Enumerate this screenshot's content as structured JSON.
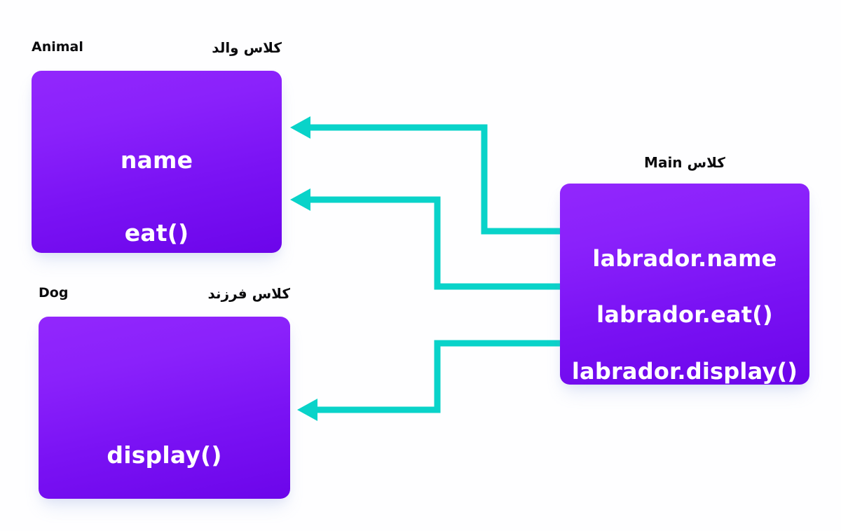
{
  "page": {
    "background_color": "#fefeff",
    "connector_color": "#09d3c9",
    "box_gradient_from": "#9227fc",
    "box_gradient_to": "#6c05ea",
    "text_color": "#ffffff",
    "label_color": "#0b0b0d"
  },
  "classes": {
    "animal": {
      "name": "Animal",
      "role_label": "کلاس والد",
      "members": [
        {
          "text": "name"
        },
        {
          "text": "eat()"
        }
      ]
    },
    "dog": {
      "name": "Dog",
      "role_label": "کلاس فرزند",
      "members": [
        {
          "text": "display()"
        }
      ]
    },
    "main": {
      "name": "Main",
      "role_label": "کلاس",
      "members": [
        {
          "text": "labrador.name"
        },
        {
          "text": "labrador.eat()"
        },
        {
          "text": "labrador.display()"
        }
      ]
    }
  },
  "connectors": [
    {
      "from": "main.labrador.name",
      "to": "animal.name",
      "arrow": "left"
    },
    {
      "from": "main.labrador.eat()",
      "to": "animal.eat()",
      "arrow": "left"
    },
    {
      "from": "main.labrador.display()",
      "to": "dog.display()",
      "arrow": "left"
    }
  ]
}
